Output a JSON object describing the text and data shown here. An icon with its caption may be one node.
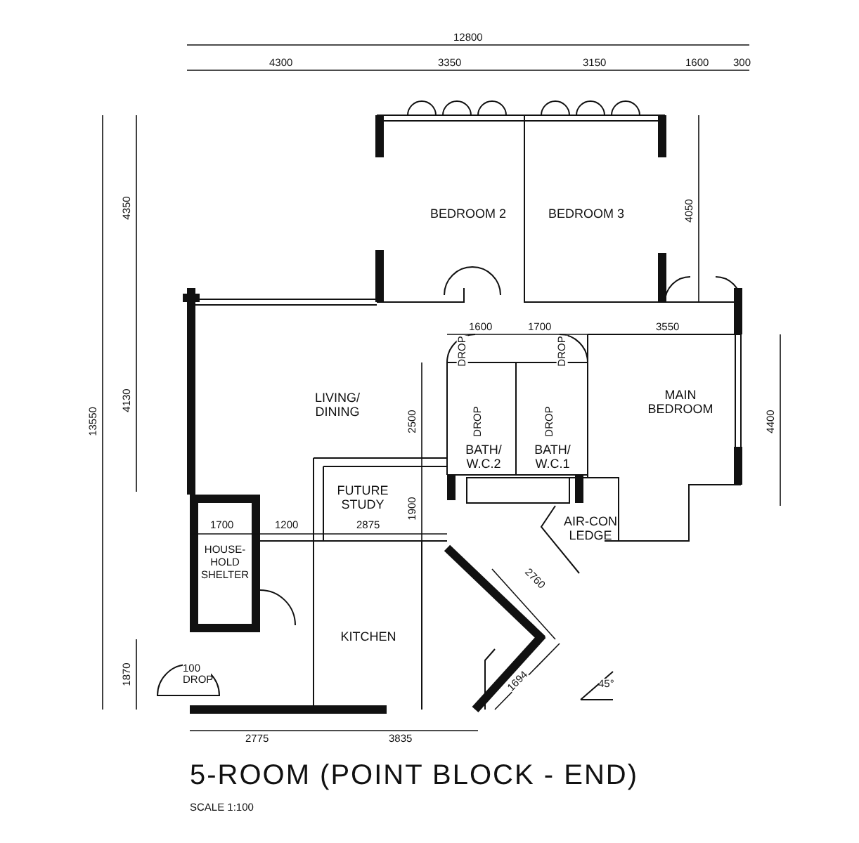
{
  "diagram": {
    "title": "5-ROOM (POINT BLOCK - END)",
    "caption": "SCALE 1:100",
    "nodes": [
      {
        "text": [
          "BEDROOM 2"
        ]
      },
      {
        "text": [
          "BEDROOM 3"
        ]
      },
      {
        "text": [
          "LIVING/ DINING"
        ]
      },
      {
        "text": [
          "MAIN BEDROOM"
        ]
      },
      {
        "text": [
          "BATH/ W.C.2"
        ]
      },
      {
        "text": [
          "BATH/ W.C.1"
        ]
      },
      {
        "text": [
          "FUTURE STUDY"
        ]
      },
      {
        "text": [
          "AIR-CON LEDGE"
        ]
      },
      {
        "text": [
          "HOUSE-HOLD SHELTER"
        ]
      },
      {
        "text": [
          "KITCHEN"
        ]
      }
    ],
    "labels": [
      "12800",
      "4300",
      "3350",
      "3150",
      "1600",
      "300",
      "4350",
      "4050",
      "13550",
      "4130",
      "DROP",
      "DROP",
      "1600",
      "1700",
      "3550",
      "2500",
      "DROP",
      "DROP",
      "4400",
      "1700",
      "1200",
      "2875",
      "1900",
      "2760",
      "1870",
      "100 DROP",
      "1694",
      "45°",
      "2775",
      "3835"
    ]
  }
}
